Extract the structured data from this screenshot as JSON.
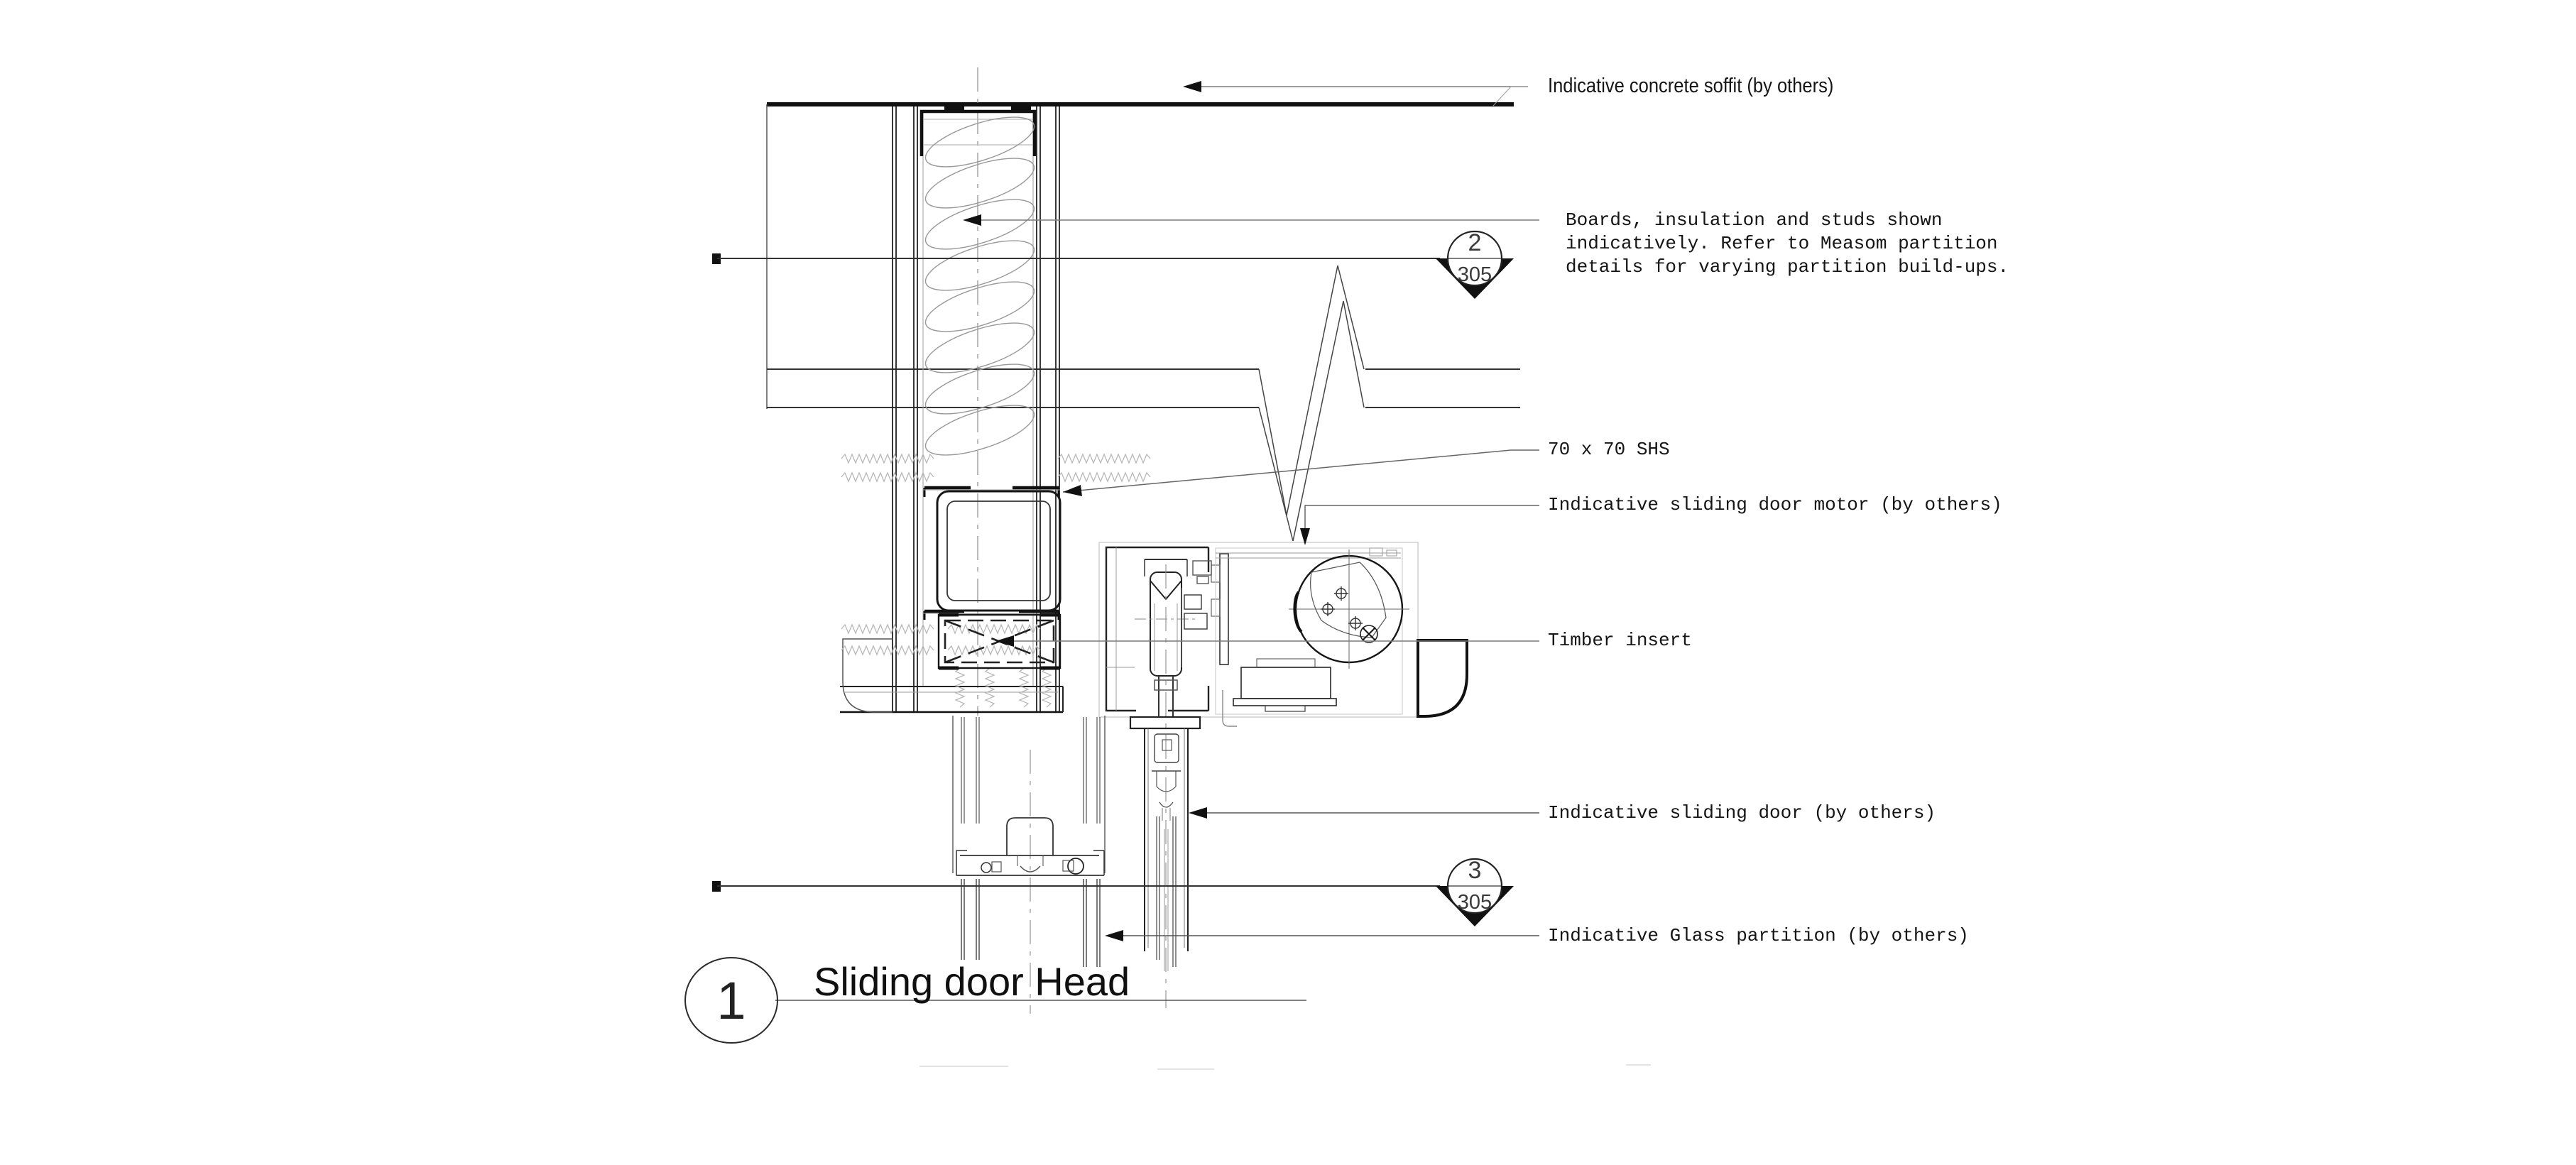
{
  "drawing": {
    "title": "Sliding door Head",
    "detail_number": "1",
    "labels": {
      "soffit": "Indicative concrete soffit (by others)",
      "note_line1": "Boards, insulation and studs shown",
      "note_line2": "indicatively. Refer to Measom partition",
      "note_line3": "details for varying partition build-ups.",
      "shs": "70 x 70 SHS",
      "motor": "Indicative sliding door motor (by others)",
      "timber": "Timber insert",
      "sliding_door": "Indicative sliding door (by others)",
      "glass_partition": "Indicative Glass partition (by others)"
    },
    "markers": {
      "top": {
        "detail": "2",
        "sheet": "305"
      },
      "bottom": {
        "detail": "3",
        "sheet": "305"
      }
    },
    "colors": {
      "ink": "#1b1b1b",
      "leader_gray": "#7a7a7a",
      "light_detail": "#9d9d9d",
      "background": "#ffffff"
    }
  }
}
